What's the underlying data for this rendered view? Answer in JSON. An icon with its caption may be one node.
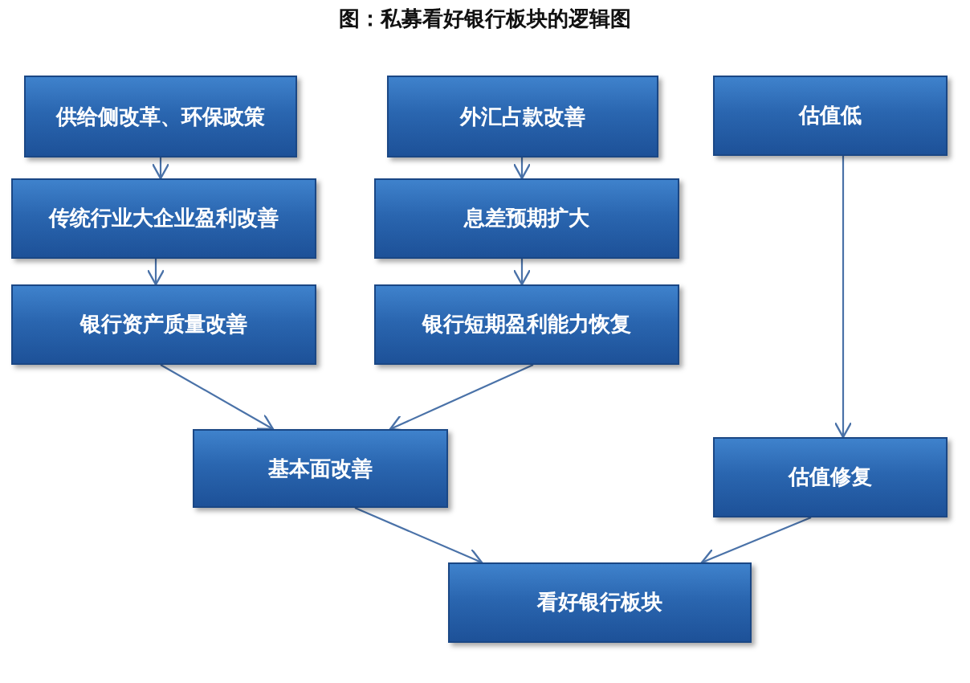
{
  "diagram": {
    "title": "图：私募看好银行板块的逻辑图",
    "nodes": [
      {
        "text": [
          "供给侧改革、环保政策"
        ]
      },
      {
        "text": [
          "外汇占款改善"
        ]
      },
      {
        "text": [
          "估值低"
        ]
      },
      {
        "text": [
          "传统行业大企业盈利改善"
        ]
      },
      {
        "text": [
          "息差预期扩大"
        ]
      },
      {
        "text": [
          "银行资产质量改善"
        ]
      },
      {
        "text": [
          "银行短期盈利能力恢复"
        ]
      },
      {
        "text": [
          "基本面改善"
        ]
      },
      {
        "text": [
          "估值修复"
        ]
      },
      {
        "text": [
          "看好银行板块"
        ]
      }
    ],
    "edges": [
      {
        "from": 0,
        "to": 3,
        "arrow": "to"
      },
      {
        "from": 3,
        "to": 5,
        "arrow": "to"
      },
      {
        "from": 1,
        "to": 4,
        "arrow": "to"
      },
      {
        "from": 4,
        "to": 6,
        "arrow": "to"
      },
      {
        "from": 2,
        "to": 8,
        "arrow": "to"
      },
      {
        "from": 5,
        "to": 7,
        "arrow": "to"
      },
      {
        "from": 6,
        "to": 7,
        "arrow": "to"
      },
      {
        "from": 7,
        "to": 9,
        "arrow": "to"
      },
      {
        "from": 8,
        "to": 9,
        "arrow": "to"
      }
    ]
  }
}
